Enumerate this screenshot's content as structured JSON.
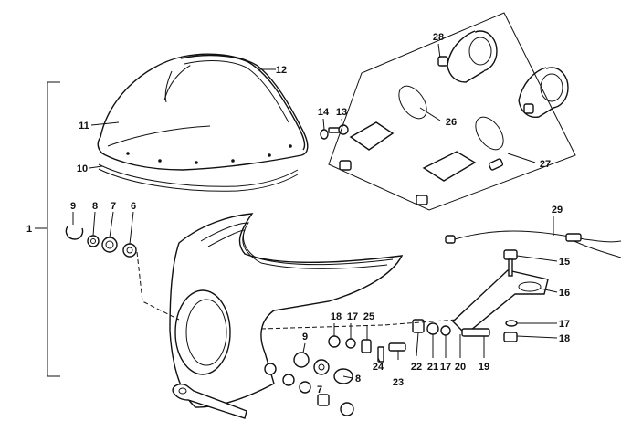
{
  "diagram": {
    "callouts": [
      {
        "id": "c1",
        "label": "1"
      },
      {
        "id": "c2",
        "label": "12"
      },
      {
        "id": "c3",
        "label": "11"
      },
      {
        "id": "c4",
        "label": "10"
      },
      {
        "id": "c5",
        "label": "14"
      },
      {
        "id": "c6",
        "label": "13"
      },
      {
        "id": "c7",
        "label": "28"
      },
      {
        "id": "c8",
        "label": "26"
      },
      {
        "id": "c9",
        "label": "27"
      },
      {
        "id": "c10",
        "label": "9"
      },
      {
        "id": "c11",
        "label": "8"
      },
      {
        "id": "c12",
        "label": "7"
      },
      {
        "id": "c13",
        "label": "6"
      },
      {
        "id": "c14",
        "label": "29"
      },
      {
        "id": "c15",
        "label": "15"
      },
      {
        "id": "c16",
        "label": "16"
      },
      {
        "id": "c17",
        "label": "17"
      },
      {
        "id": "c18",
        "label": "18"
      },
      {
        "id": "c19",
        "label": "18"
      },
      {
        "id": "c20",
        "label": "17"
      },
      {
        "id": "c21",
        "label": "25"
      },
      {
        "id": "c22",
        "label": "9"
      },
      {
        "id": "c23",
        "label": "8"
      },
      {
        "id": "c24",
        "label": "24"
      },
      {
        "id": "c25",
        "label": "23"
      },
      {
        "id": "c26",
        "label": "22"
      },
      {
        "id": "c27",
        "label": "21"
      },
      {
        "id": "c28",
        "label": "17"
      },
      {
        "id": "c29",
        "label": "20"
      },
      {
        "id": "c30",
        "label": "19"
      },
      {
        "id": "c31",
        "label": "7"
      }
    ]
  }
}
